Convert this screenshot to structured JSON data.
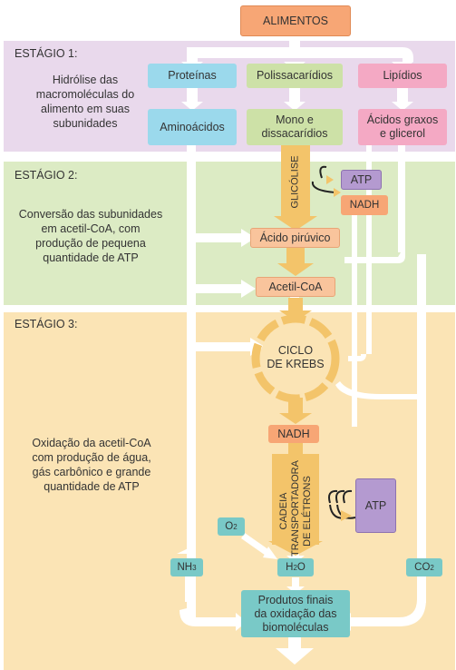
{
  "top": {
    "alimentos": "ALIMENTOS"
  },
  "stage1": {
    "title": "ESTÁGIO 1:",
    "desc": [
      "Hidrólise das",
      "macromoléculas do",
      "alimento em suas",
      "subunidades"
    ],
    "proteinas": "Proteínas",
    "polissacaridios": "Polissacarídios",
    "lipidios": "Lipídios",
    "aminoacidos": "Aminoácidos",
    "mono": [
      "Mono e",
      "dissacarídios"
    ],
    "acidos": [
      "Ácidos graxos",
      "e glicerol"
    ]
  },
  "stage2": {
    "title": "ESTÁGIO 2:",
    "desc": [
      "Conversão das subunidades",
      "em acetil-CoA, com",
      "produção de pequena",
      "quantidade de ATP"
    ],
    "glicolise": "GLICÓLISE",
    "atp": "ATP",
    "nadh": "NADH",
    "acido_piruvico": "Ácido pirúvico",
    "acetil": "Acetil-CoA"
  },
  "stage3": {
    "title": "ESTÁGIO 3:",
    "desc": [
      "Oxidação da acetil-CoA",
      "com produção de água,",
      "gás carbônico e grande",
      "quantidade de ATP"
    ],
    "krebs": [
      "CICLO",
      "DE KREBS"
    ],
    "nadh": "NADH",
    "cadeia": [
      "CADEIA",
      "TRANSPORTADORA",
      "DE ELÉTRONS"
    ],
    "atp": "ATP",
    "o2": "O2",
    "nh3": "NH3",
    "h2o": "H2O",
    "co2": "CO2",
    "produtos": [
      "Produtos finais",
      "da oxidação das",
      "biomoléculas"
    ]
  },
  "colors": {
    "stage1_bg": "#e9d9ec",
    "stage2_bg": "#dcebc4",
    "stage3_bg": "#fbe4b5",
    "orange_box": "#f7a675",
    "blue_box": "#9bd9ec",
    "green_box": "#cde1a7",
    "pink_box": "#f4a9c4",
    "purple_atp": "#b49ad0",
    "teal": "#79c9c7",
    "glicolise": "#f3c46a"
  }
}
